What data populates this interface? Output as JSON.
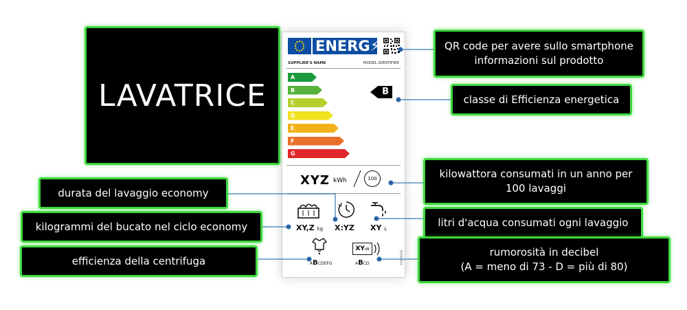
{
  "title": "LAVATRICE",
  "callouts": {
    "qr": "QR code per avere sullo smartphone\ninformazioni sul prodotto",
    "class": "classe di Efficienza energetica",
    "kwh": "kilowattora consumati in un anno per\n100 lavaggi",
    "duration": "durata del lavaggio economy",
    "water": "litri d'acqua consumati ogni lavaggio",
    "kg": "kilogrammi del bucato nel ciclo economy",
    "spin": "efficienza della centrifuga",
    "noise": "rumorosità in decibel\n(A = meno di 73 - D = più di 80)"
  },
  "label": {
    "brand": "ENERG",
    "supplier": "SUPPLIER'S NAME",
    "model": "MODEL IDENTIFIER",
    "classes": [
      "A",
      "B",
      "C",
      "D",
      "E",
      "F",
      "G"
    ],
    "class_colors": [
      "#1a9a3a",
      "#55b33b",
      "#b6cf2f",
      "#f0e21e",
      "#f3b21a",
      "#e9702a",
      "#e0262a"
    ],
    "current_class": "B",
    "kwh_value": "XYZ",
    "kwh_unit": "kWh",
    "kwh_cycles": "100",
    "capacity": "XY,Z",
    "capacity_unit": "kg",
    "duration": "X:YZ",
    "water": "XY",
    "water_unit": "L",
    "spin_prefix": "A",
    "spin_class": "B",
    "spin_suffix": "CDEFG",
    "noise_badge": "XY",
    "noise_badge_unit": "dB",
    "noise_prefix": "A",
    "noise_class": "B",
    "noise_suffix": "CD",
    "regulation": "2019/2014"
  },
  "colors": {
    "accent": "#3fd83f",
    "eu_blue": "#0d4ea3",
    "leader": "#3a78b5"
  }
}
